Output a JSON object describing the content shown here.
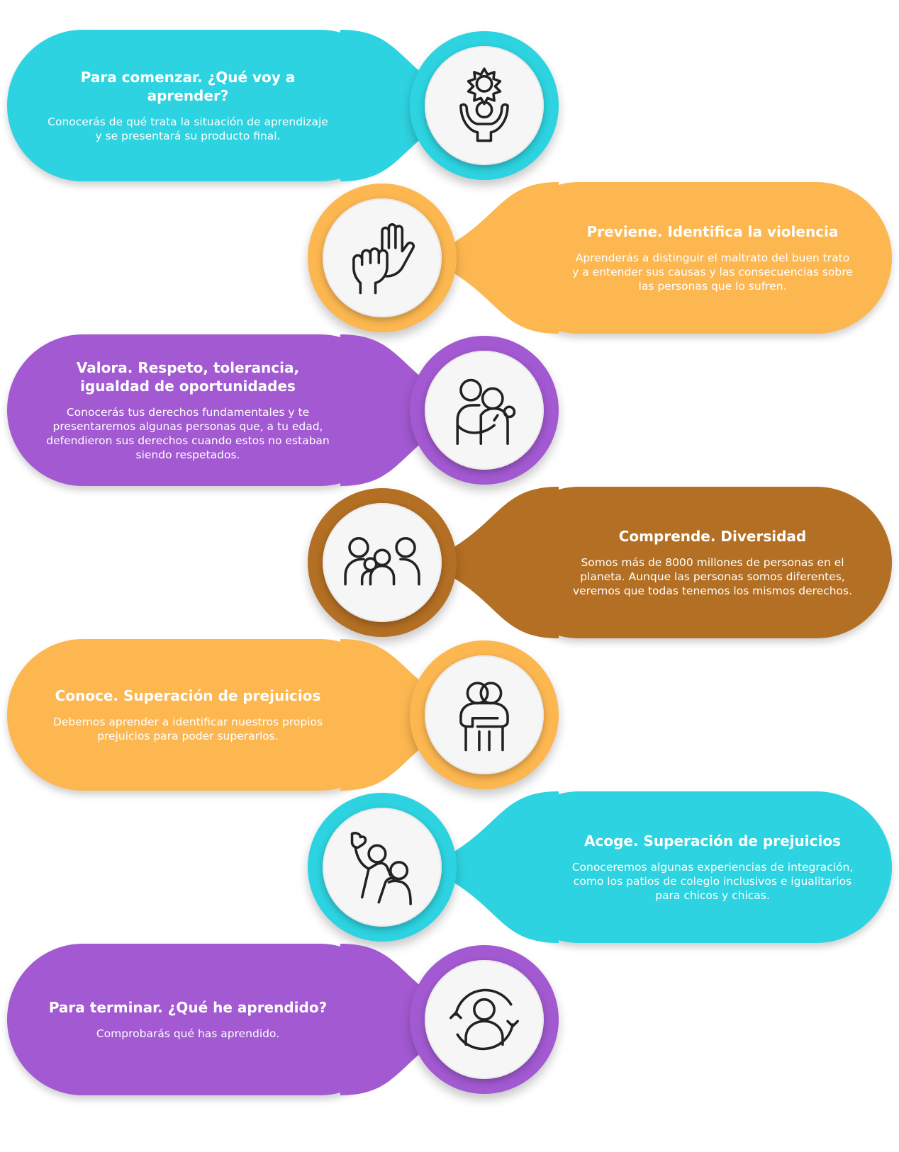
{
  "colors": {
    "cyan": "#2dd3e0",
    "orange": "#fdb750",
    "purple": "#a259d1",
    "brown": "#b36f23",
    "icon_stroke": "#222222"
  },
  "steps": [
    {
      "title": "Para comenzar. ¿Qué voy a aprender?",
      "description": "Conocerás de qué trata la situación de aprendizaje y se presentará su producto final.",
      "color": "cyan",
      "side": "left",
      "icon": "sun-person-icon"
    },
    {
      "title": "Previene. Identifica la violencia",
      "description": "Aprenderás a distinguir el maltrato del buen trato y a entender sus causas y las consecuencias sobre las personas que lo sufren.",
      "color": "orange",
      "side": "right",
      "icon": "raised-hands-icon"
    },
    {
      "title": "Valora. Respeto, tolerancia, igualdad de oportunidades",
      "description": "Conocerás tus derechos fundamentales y te presentaremos algunas personas que, a tu edad, defendieron sus derechos cuando estos no estaban siendo respetados.",
      "color": "purple",
      "side": "left",
      "icon": "embrace-icon"
    },
    {
      "title": "Comprende. Diversidad",
      "description": "Somos más de 8000 millones de personas en el planeta. Aunque las personas somos diferentes, veremos que todas tenemos los mismos derechos.",
      "color": "brown",
      "side": "right",
      "icon": "group-icon"
    },
    {
      "title": "Conoce. Superación de prejuicios",
      "description": "Debemos aprender a identificar nuestros propios prejuicios para poder superarlos.",
      "color": "orange",
      "side": "left",
      "icon": "hug-icon"
    },
    {
      "title": "Acoge. Superación de prejuicios",
      "description": "Conoceremos algunas experiencias de integración, como los patios de colegio inclusivos e igualitarios para chicos y chicas.",
      "color": "cyan",
      "side": "right",
      "icon": "conflict-icon"
    },
    {
      "title": "Para terminar. ¿Qué he aprendido?",
      "description": "Comprobarás qué has aprendido.",
      "color": "purple",
      "side": "left",
      "icon": "person-cycle-icon"
    }
  ]
}
